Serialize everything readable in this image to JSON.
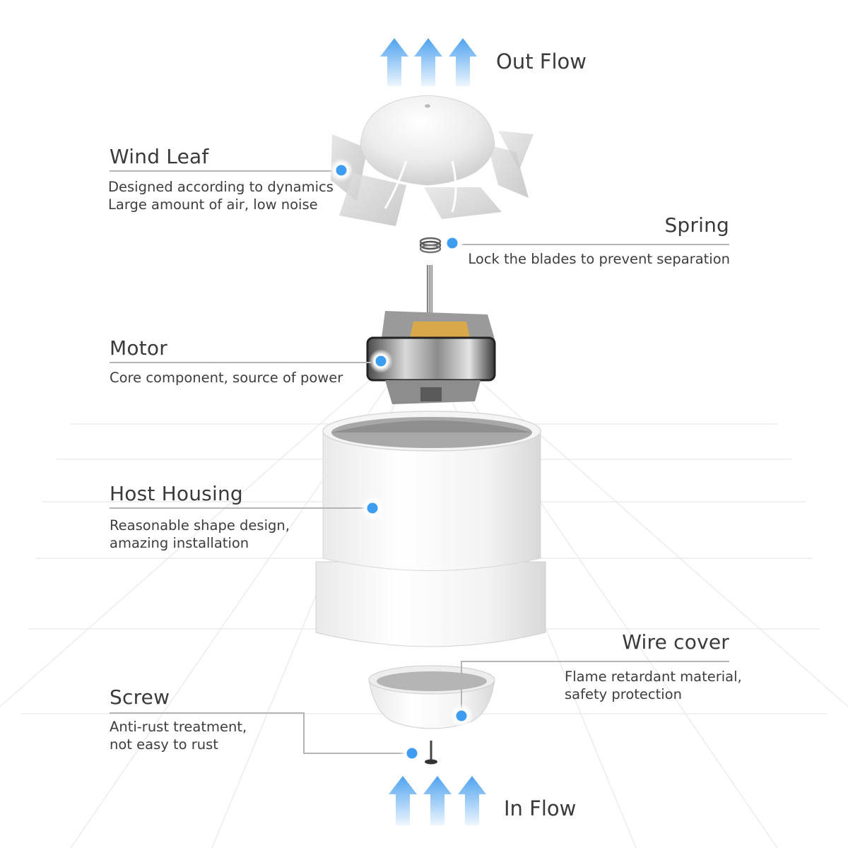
{
  "flow": {
    "out_label": "Out Flow",
    "in_label": "In Flow"
  },
  "parts": {
    "wind_leaf": {
      "title": "Wind Leaf",
      "desc_line1": "Designed according to dynamics",
      "desc_line2": "Large amount of air, low noise"
    },
    "spring": {
      "title": "Spring",
      "desc_line1": "Lock the blades to prevent separation"
    },
    "motor": {
      "title": "Motor",
      "desc_line1": "Core component, source of power"
    },
    "host_housing": {
      "title": "Host Housing",
      "desc_line1": "Reasonable shape design,",
      "desc_line2": "amazing installation"
    },
    "wire_cover": {
      "title": "Wire cover",
      "desc_line1": "Flame retardant material,",
      "desc_line2": "safety protection"
    },
    "screw": {
      "title": "Screw",
      "desc_line1": "Anti-rust treatment,",
      "desc_line2": "not easy to rust"
    }
  },
  "colors": {
    "marker_dot": "#3d9df2",
    "arrow_top": "#5aa8f0",
    "arrow_bottom": "#e6f2fd",
    "leader_line": "#b5b5b5"
  },
  "icons": {
    "flow_arrow": "up-arrow-icon",
    "marker": "callout-dot-icon"
  }
}
